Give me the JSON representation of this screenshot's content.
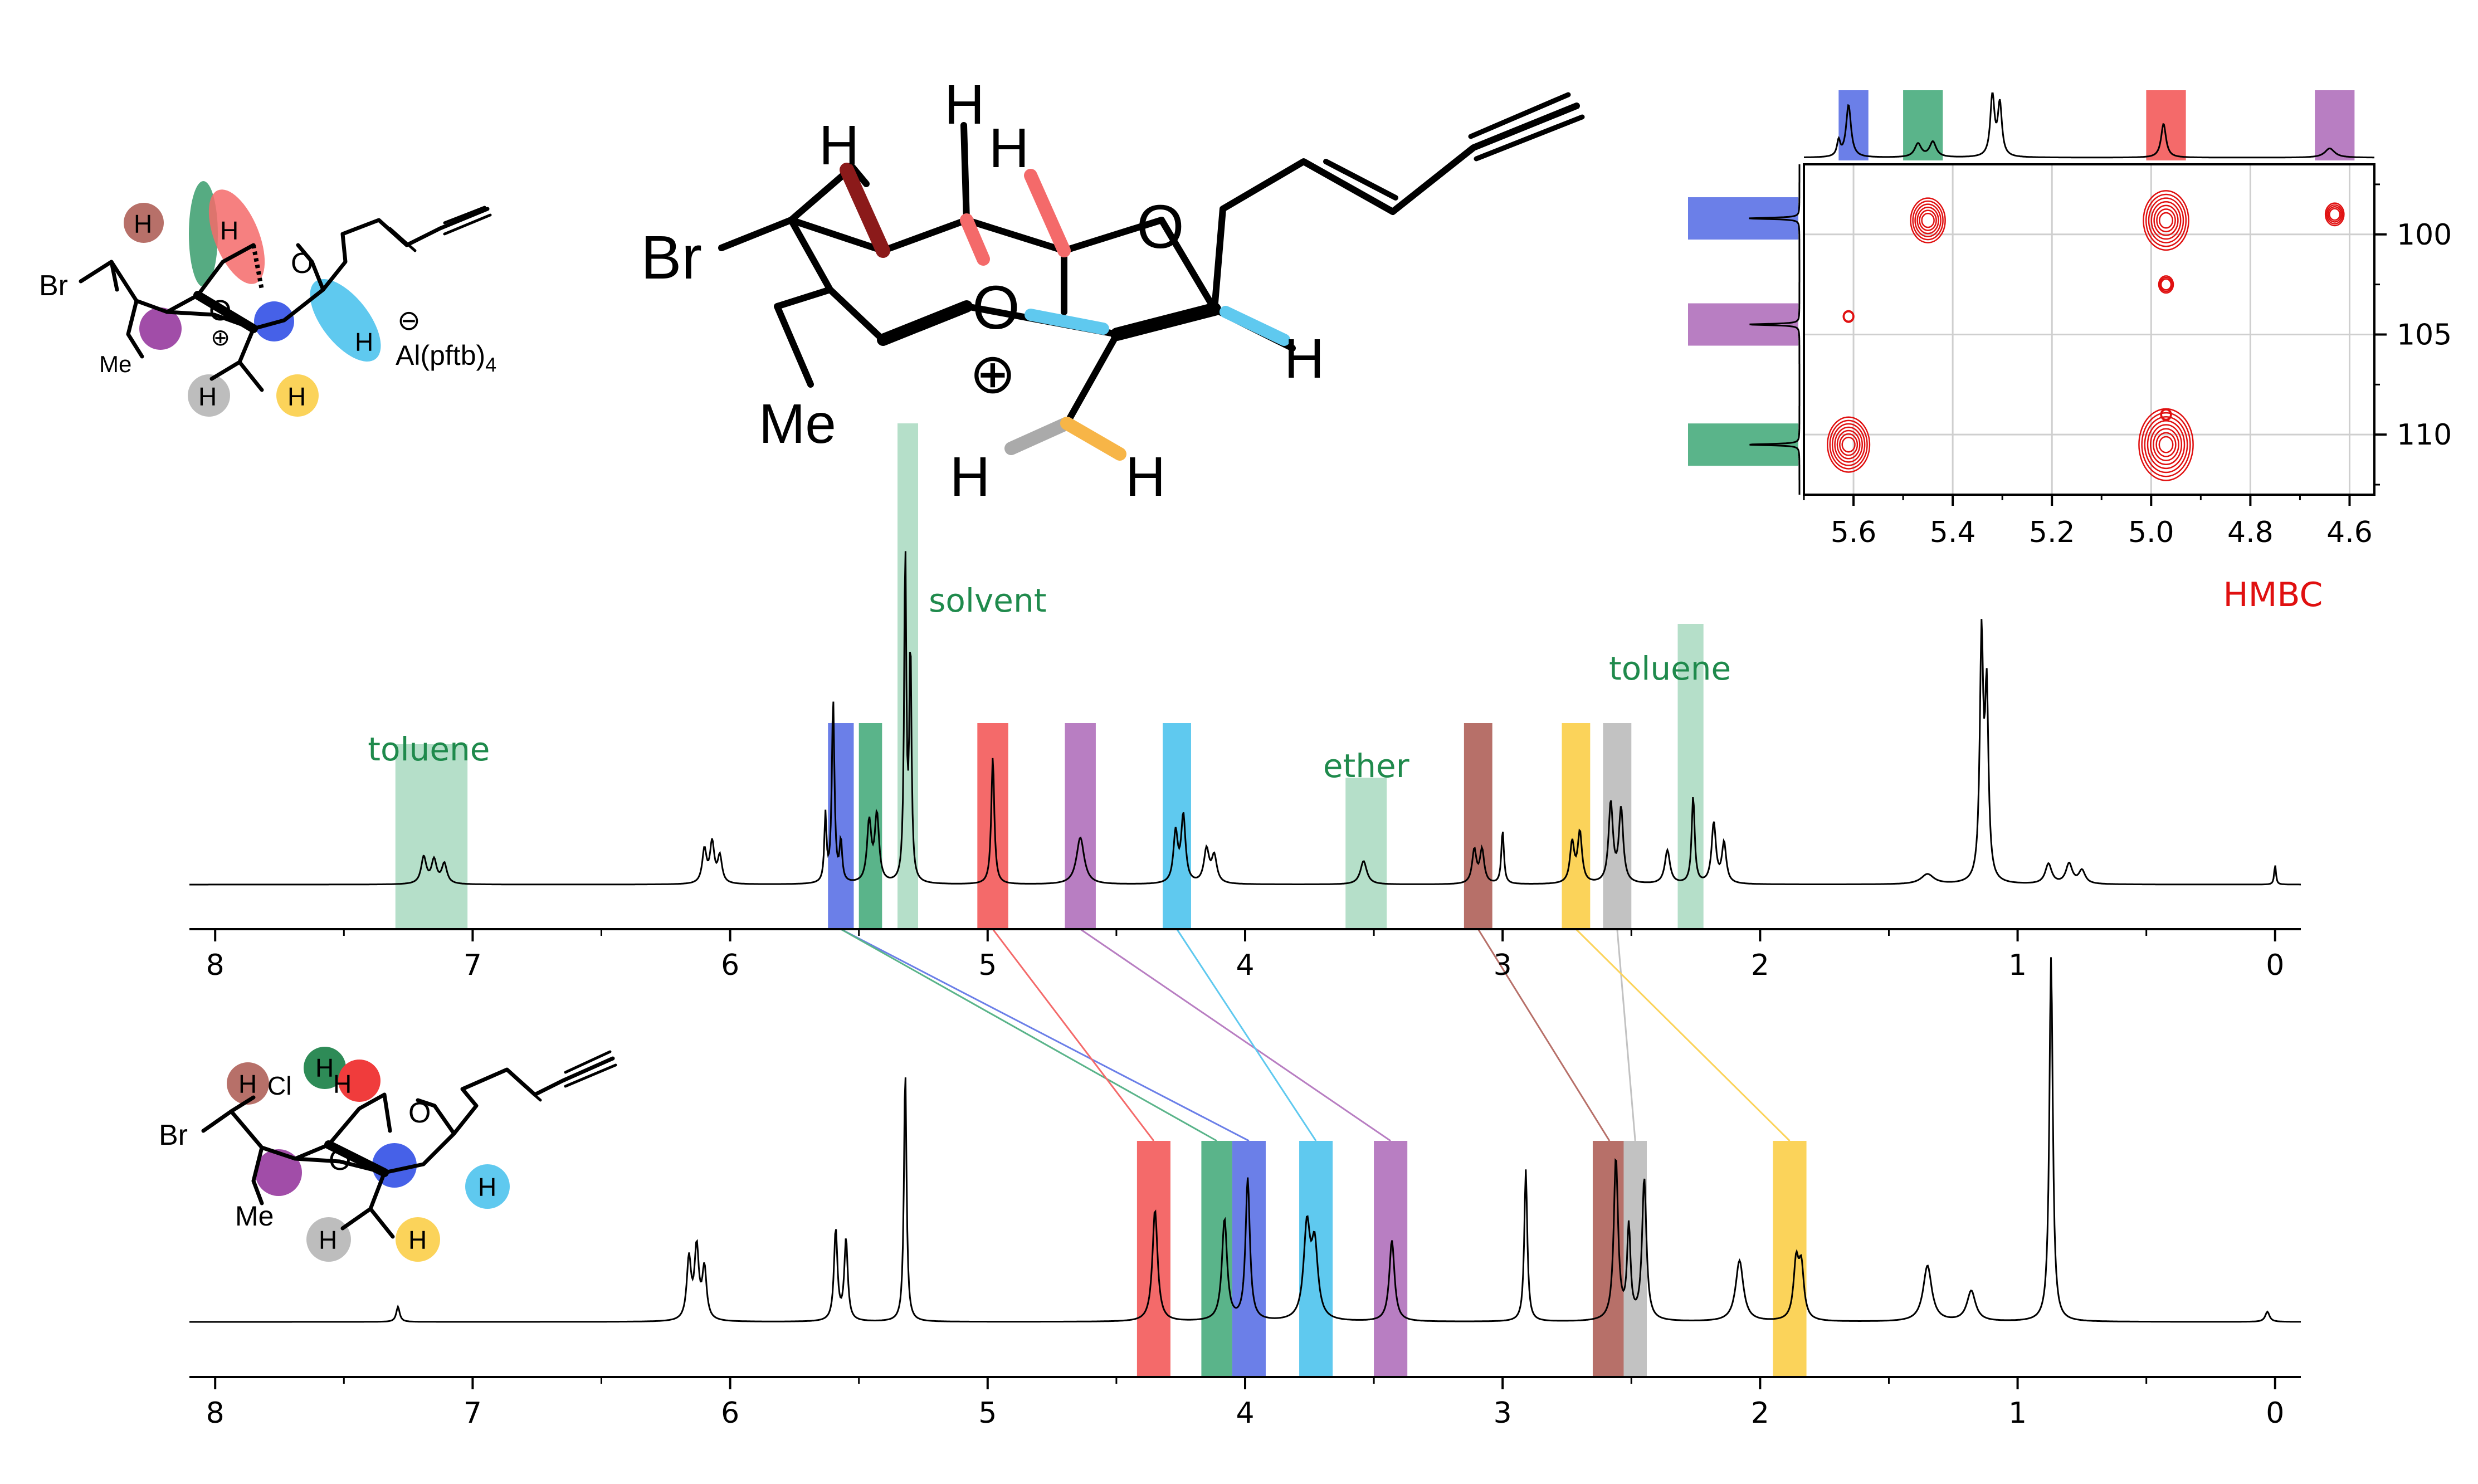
{
  "colors": {
    "blue": "#6b7fe8",
    "green": "#5ab48a",
    "red": "#f46a6a",
    "purple": "#b87ec2",
    "cyan": "#5fc9ef",
    "brown": "#b77069",
    "yellow": "#fbd35a",
    "gray": "#c2c2c2",
    "solvent": "#b5dfc9",
    "annotation": "#1f8a4c",
    "contour": "#e01010"
  },
  "structures": {
    "top_small": {
      "br": "Br",
      "me": "Me",
      "o1": "O",
      "o2": "O",
      "h": "H",
      "charge": "⊕",
      "anion_charge": "⊖",
      "anion": "Al(pftb)",
      "anion_sub": "4"
    },
    "center_large": {
      "br": "Br",
      "me": "Me",
      "o1": "O",
      "o2": "O",
      "h": "H",
      "charge": "⊕"
    },
    "bottom_small": {
      "br": "Br",
      "me": "Me",
      "cl": "Cl",
      "o1": "O",
      "o2": "O",
      "h": "H"
    }
  },
  "hmbc_label": "HMBC",
  "chart_data": [
    {
      "type": "heatmap",
      "xlim": [
        5.7,
        4.55
      ],
      "ylim": [
        96.5,
        113
      ],
      "x_ticks": [
        "5.6",
        "5.4",
        "5.2",
        "5.0",
        "4.8",
        "4.6"
      ],
      "x_tick_values": [
        5.6,
        5.4,
        5.2,
        5.0,
        4.8,
        4.6
      ],
      "y_ticks": [
        "100",
        "105",
        "110"
      ],
      "y_tick_values": [
        100,
        105,
        110
      ],
      "grid": true,
      "f2_highlights": [
        {
          "color": "blue",
          "from": 5.63,
          "to": 5.57
        },
        {
          "color": "green",
          "from": 5.5,
          "to": 5.42
        },
        {
          "color": "red",
          "from": 5.01,
          "to": 4.93
        },
        {
          "color": "purple",
          "from": 4.67,
          "to": 4.59
        }
      ],
      "f1_highlights": [
        {
          "color": "blue",
          "center": 99.2
        },
        {
          "color": "purple",
          "center": 104.5
        },
        {
          "color": "green",
          "center": 110.5
        }
      ],
      "cross_peaks": [
        {
          "x": 5.45,
          "y": 99.3,
          "size": 1.0
        },
        {
          "x": 4.97,
          "y": 99.3,
          "size": 1.2
        },
        {
          "x": 4.63,
          "y": 99.0,
          "size": 0.6
        },
        {
          "x": 4.97,
          "y": 102.5,
          "size": 0.5
        },
        {
          "x": 5.61,
          "y": 104.1,
          "size": 0.3
        },
        {
          "x": 5.61,
          "y": 110.5,
          "size": 1.1
        },
        {
          "x": 4.97,
          "y": 110.5,
          "size": 1.3
        },
        {
          "x": 4.97,
          "y": 109.0,
          "size": 0.3
        }
      ],
      "f2_projection_peaks": [
        {
          "x": 5.63,
          "h": 0.25,
          "w": 0.004
        },
        {
          "x": 5.61,
          "h": 0.85,
          "w": 0.006
        },
        {
          "x": 5.47,
          "h": 0.22,
          "w": 0.008
        },
        {
          "x": 5.44,
          "h": 0.25,
          "w": 0.008
        },
        {
          "x": 5.32,
          "h": 1.0,
          "w": 0.005
        },
        {
          "x": 5.305,
          "h": 0.85,
          "w": 0.005
        },
        {
          "x": 4.975,
          "h": 0.55,
          "w": 0.006
        },
        {
          "x": 4.64,
          "h": 0.15,
          "w": 0.012
        }
      ],
      "f1_projection_peaks": [
        {
          "y": 99.2,
          "h": 1.0
        },
        {
          "y": 104.5,
          "h": 1.0
        },
        {
          "y": 110.5,
          "h": 1.0
        }
      ]
    },
    {
      "type": "line",
      "xlim": [
        8.1,
        -0.1
      ],
      "x_ticks": [
        "8",
        "7",
        "6",
        "5",
        "4",
        "3",
        "2",
        "1",
        "0"
      ],
      "x_tick_values": [
        8,
        7,
        6,
        5,
        4,
        3,
        2,
        1,
        0
      ],
      "annotations": [
        {
          "text": "toluene",
          "x": 7.17,
          "level": 0.55
        },
        {
          "text": "solvent",
          "x": 5.0,
          "level": 1.0
        },
        {
          "text": "ether",
          "x": 3.53,
          "level": 0.3
        },
        {
          "text": "toluene",
          "x": 2.35,
          "level": 0.68
        }
      ],
      "solvent_boxes": [
        {
          "from": 7.3,
          "to": 7.02,
          "height": 0.42
        },
        {
          "from": 3.61,
          "to": 3.45,
          "height": 0.32
        },
        {
          "from": 2.32,
          "to": 2.22,
          "height": 0.78
        },
        {
          "from": 5.35,
          "to": 5.27,
          "height": 1.38
        }
      ],
      "highlights": [
        {
          "color": "blue",
          "from": 5.62,
          "to": 5.52
        },
        {
          "color": "green",
          "from": 5.5,
          "to": 5.41
        },
        {
          "color": "red",
          "from": 5.04,
          "to": 4.92
        },
        {
          "color": "purple",
          "from": 4.7,
          "to": 4.58
        },
        {
          "color": "cyan",
          "from": 4.32,
          "to": 4.21
        },
        {
          "color": "brown",
          "from": 3.15,
          "to": 3.04
        },
        {
          "color": "yellow",
          "from": 2.77,
          "to": 2.66
        },
        {
          "color": "gray",
          "from": 2.61,
          "to": 2.5
        }
      ],
      "peaks": [
        {
          "x": 7.19,
          "h": 0.08,
          "w": 0.012
        },
        {
          "x": 7.15,
          "h": 0.07,
          "w": 0.012
        },
        {
          "x": 7.11,
          "h": 0.06,
          "w": 0.012
        },
        {
          "x": 6.1,
          "h": 0.1,
          "w": 0.01
        },
        {
          "x": 6.07,
          "h": 0.12,
          "w": 0.01
        },
        {
          "x": 6.04,
          "h": 0.08,
          "w": 0.01
        },
        {
          "x": 5.63,
          "h": 0.2,
          "w": 0.005
        },
        {
          "x": 5.6,
          "h": 0.55,
          "w": 0.006
        },
        {
          "x": 5.57,
          "h": 0.12,
          "w": 0.006
        },
        {
          "x": 5.46,
          "h": 0.18,
          "w": 0.01
        },
        {
          "x": 5.43,
          "h": 0.2,
          "w": 0.01
        },
        {
          "x": 5.32,
          "h": 1.0,
          "w": 0.005
        },
        {
          "x": 5.3,
          "h": 0.7,
          "w": 0.005
        },
        {
          "x": 4.98,
          "h": 0.38,
          "w": 0.007
        },
        {
          "x": 4.64,
          "h": 0.14,
          "w": 0.018
        },
        {
          "x": 4.27,
          "h": 0.15,
          "w": 0.01
        },
        {
          "x": 4.24,
          "h": 0.2,
          "w": 0.01
        },
        {
          "x": 4.15,
          "h": 0.1,
          "w": 0.012
        },
        {
          "x": 4.12,
          "h": 0.08,
          "w": 0.012
        },
        {
          "x": 3.54,
          "h": 0.07,
          "w": 0.015
        },
        {
          "x": 3.11,
          "h": 0.1,
          "w": 0.01
        },
        {
          "x": 3.08,
          "h": 0.1,
          "w": 0.01
        },
        {
          "x": 3.0,
          "h": 0.16,
          "w": 0.006
        },
        {
          "x": 2.73,
          "h": 0.12,
          "w": 0.01
        },
        {
          "x": 2.7,
          "h": 0.15,
          "w": 0.01
        },
        {
          "x": 2.58,
          "h": 0.24,
          "w": 0.01
        },
        {
          "x": 2.54,
          "h": 0.22,
          "w": 0.01
        },
        {
          "x": 2.36,
          "h": 0.1,
          "w": 0.012
        },
        {
          "x": 2.26,
          "h": 0.26,
          "w": 0.007
        },
        {
          "x": 2.18,
          "h": 0.18,
          "w": 0.01
        },
        {
          "x": 2.14,
          "h": 0.12,
          "w": 0.01
        },
        {
          "x": 1.35,
          "h": 0.03,
          "w": 0.03
        },
        {
          "x": 1.14,
          "h": 0.72,
          "w": 0.008
        },
        {
          "x": 1.12,
          "h": 0.55,
          "w": 0.008
        },
        {
          "x": 0.88,
          "h": 0.06,
          "w": 0.015
        },
        {
          "x": 0.8,
          "h": 0.06,
          "w": 0.015
        },
        {
          "x": 0.75,
          "h": 0.04,
          "w": 0.015
        },
        {
          "x": 0.0,
          "h": 0.06,
          "w": 0.004
        }
      ]
    },
    {
      "type": "line",
      "xlim": [
        8.1,
        -0.1
      ],
      "x_ticks": [
        "8",
        "7",
        "6",
        "5",
        "4",
        "3",
        "2",
        "1",
        "0"
      ],
      "x_tick_values": [
        8,
        7,
        6,
        5,
        4,
        3,
        2,
        1,
        0
      ],
      "highlights": [
        {
          "color": "red",
          "from": 4.42,
          "to": 4.29
        },
        {
          "color": "green",
          "from": 4.17,
          "to": 4.05
        },
        {
          "color": "blue",
          "from": 4.05,
          "to": 3.92
        },
        {
          "color": "cyan",
          "from": 3.79,
          "to": 3.66
        },
        {
          "color": "purple",
          "from": 3.5,
          "to": 3.37
        },
        {
          "color": "brown",
          "from": 2.65,
          "to": 2.52
        },
        {
          "color": "gray",
          "from": 2.53,
          "to": 2.44
        },
        {
          "color": "yellow",
          "from": 1.95,
          "to": 1.82
        }
      ],
      "peaks": [
        {
          "x": 7.29,
          "h": 0.03,
          "w": 0.008
        },
        {
          "x": 6.16,
          "h": 0.12,
          "w": 0.01
        },
        {
          "x": 6.13,
          "h": 0.14,
          "w": 0.01
        },
        {
          "x": 6.1,
          "h": 0.1,
          "w": 0.01
        },
        {
          "x": 5.59,
          "h": 0.18,
          "w": 0.008
        },
        {
          "x": 5.55,
          "h": 0.16,
          "w": 0.008
        },
        {
          "x": 5.32,
          "h": 0.5,
          "w": 0.006
        },
        {
          "x": 4.35,
          "h": 0.22,
          "w": 0.012
        },
        {
          "x": 4.08,
          "h": 0.2,
          "w": 0.012
        },
        {
          "x": 3.99,
          "h": 0.28,
          "w": 0.01
        },
        {
          "x": 3.76,
          "h": 0.18,
          "w": 0.015
        },
        {
          "x": 3.73,
          "h": 0.14,
          "w": 0.015
        },
        {
          "x": 3.43,
          "h": 0.16,
          "w": 0.012
        },
        {
          "x": 2.91,
          "h": 0.3,
          "w": 0.007
        },
        {
          "x": 2.56,
          "h": 0.32,
          "w": 0.01
        },
        {
          "x": 2.51,
          "h": 0.18,
          "w": 0.008
        },
        {
          "x": 2.45,
          "h": 0.28,
          "w": 0.01
        },
        {
          "x": 2.08,
          "h": 0.12,
          "w": 0.018
        },
        {
          "x": 1.86,
          "h": 0.11,
          "w": 0.012
        },
        {
          "x": 1.84,
          "h": 0.1,
          "w": 0.012
        },
        {
          "x": 1.35,
          "h": 0.11,
          "w": 0.02
        },
        {
          "x": 1.18,
          "h": 0.06,
          "w": 0.02
        },
        {
          "x": 0.87,
          "h": 0.72,
          "w": 0.008
        },
        {
          "x": 0.03,
          "h": 0.02,
          "w": 0.01
        }
      ]
    }
  ],
  "correlations": [
    {
      "color": "blue",
      "from": 5.57,
      "to": 3.985
    },
    {
      "color": "green",
      "from": 5.57,
      "to": 4.11
    },
    {
      "color": "red",
      "from": 4.98,
      "to": 4.355
    },
    {
      "color": "purple",
      "from": 4.64,
      "to": 3.435
    },
    {
      "color": "cyan",
      "from": 4.265,
      "to": 3.725
    },
    {
      "color": "brown",
      "from": 3.095,
      "to": 2.585
    },
    {
      "color": "gray",
      "from": 2.555,
      "to": 2.485
    },
    {
      "color": "yellow",
      "from": 2.715,
      "to": 1.885
    }
  ]
}
